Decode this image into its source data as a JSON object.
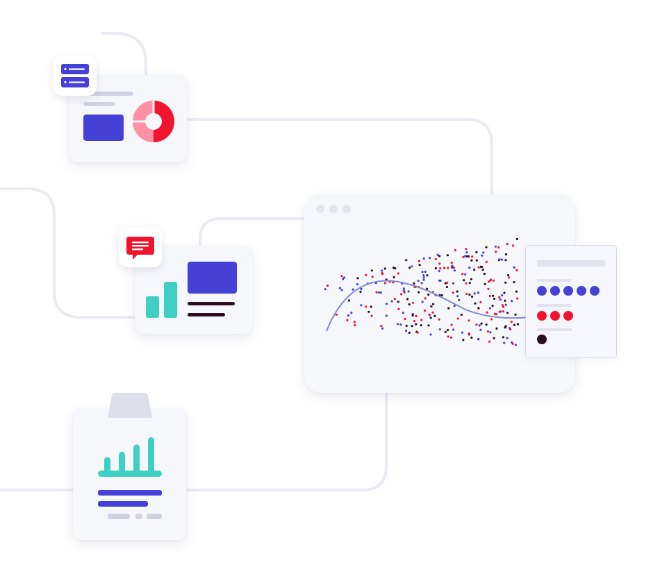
{
  "colors": {
    "indigo": "#4540d6",
    "red": "#f2142e",
    "pink": "#ff8fa3",
    "teal": "#3fcfc4",
    "dark": "#2a0d1e",
    "placeholder": "#cfd2e3",
    "connector": "#e9eaf3",
    "card": "#f6f7fb"
  },
  "icons": {
    "server": "server-icon",
    "chat": "chat-bubble-icon",
    "bar_chart": "bar-chart-icon",
    "donut": "donut-chart-icon",
    "clipboard": "clipboard-icon"
  },
  "main_window": {
    "window_controls": 3,
    "legend_rows": [
      {
        "color": "indigo",
        "dots": 5
      },
      {
        "color": "red",
        "dots": 3
      },
      {
        "color": "dark",
        "dots": 1
      }
    ]
  },
  "donut_card": {
    "segments": [
      {
        "color": "red",
        "fraction": 0.5
      },
      {
        "color": "pink",
        "fraction": 0.5
      }
    ]
  },
  "dashboard_card": {
    "bar_levels": [
      0.6,
      1.0
    ]
  },
  "clipboard_card": {
    "bar_levels": [
      0.45,
      0.6,
      0.8,
      1.0
    ]
  }
}
